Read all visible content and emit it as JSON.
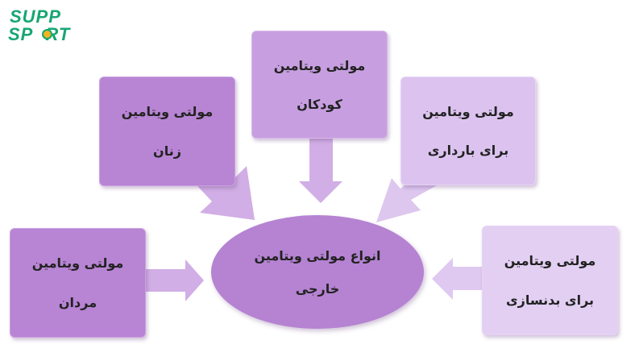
{
  "logo": {
    "line1": "SUPP",
    "line2": "SP",
    "line2_end": "RT"
  },
  "center": {
    "line1": "انواع مولتی ویتامین",
    "line2": "خارجی"
  },
  "boxes": {
    "women": {
      "line1": "مولتی ویتامین",
      "line2": "زنان"
    },
    "kids": {
      "line1": "مولتی ویتامین",
      "line2": "کودکان"
    },
    "pregnancy": {
      "line1": "مولتی ویتامین",
      "line2": "برای بارداری"
    },
    "men": {
      "line1": "مولتی ویتامین",
      "line2": "مردان"
    },
    "bodybuilding": {
      "line1": "مولتی ویتامین",
      "line2": "برای بدنسازی"
    }
  },
  "colors": {
    "brand_green": "#17a673",
    "logo_ball": "#f1b51f",
    "node_purple": "#b583d2",
    "arrow_purple": "#c9a0e0"
  }
}
